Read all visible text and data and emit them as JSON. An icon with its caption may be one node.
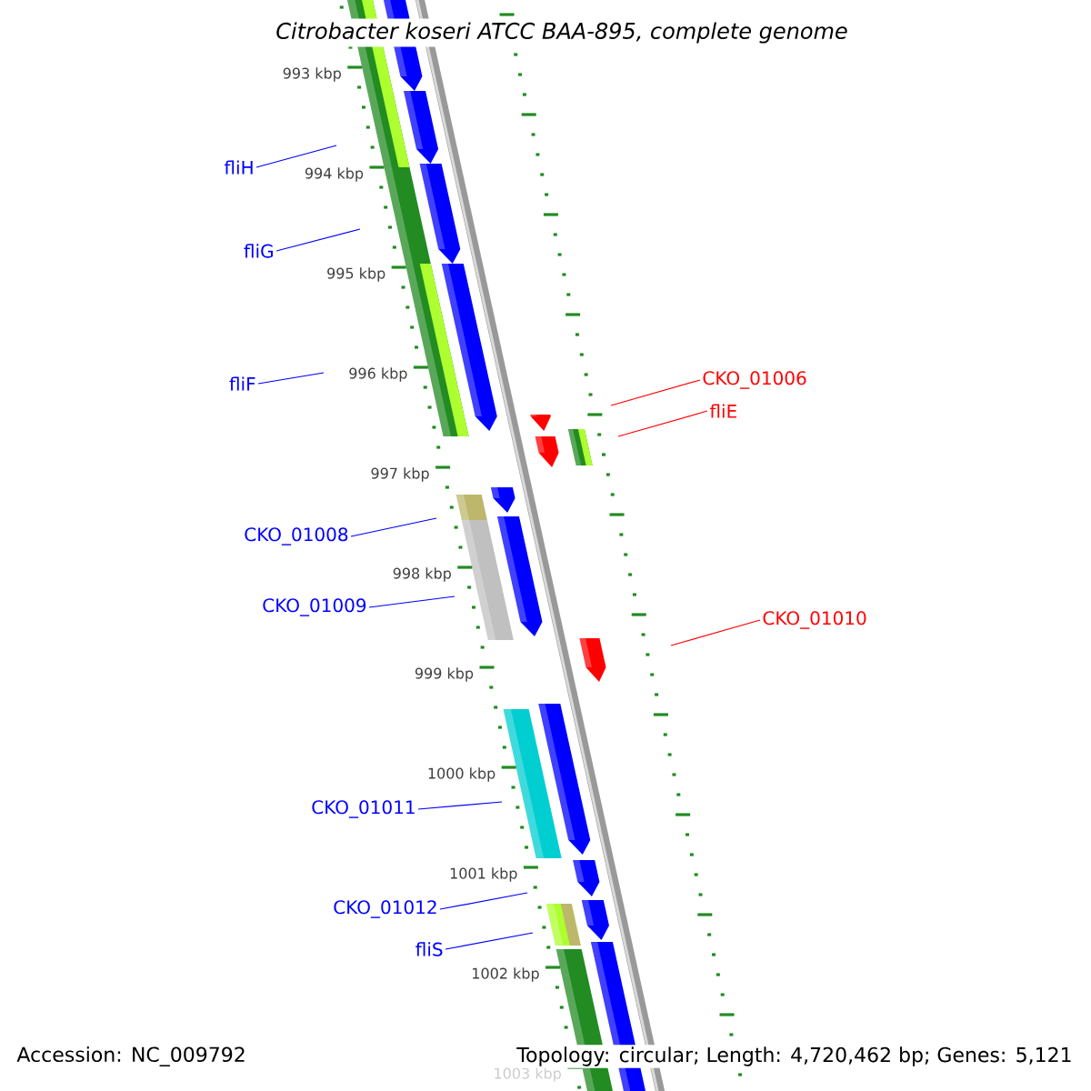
{
  "diagram": {
    "title": "Citrobacter koseri ATCC BAA-895, complete genome",
    "nodes": [
      {
        "text": [
          "fliH"
        ]
      },
      {
        "text": [
          "fliG"
        ]
      },
      {
        "text": [
          "fliF"
        ]
      },
      {
        "text": [
          "CKO_01006"
        ]
      },
      {
        "text": [
          "fliE"
        ]
      },
      {
        "text": [
          "CKO_01008"
        ]
      },
      {
        "text": [
          "CKO_01009"
        ]
      },
      {
        "text": [
          "CKO_01010"
        ]
      },
      {
        "text": [
          "CKO_01011"
        ]
      },
      {
        "text": [
          "CKO_01012"
        ]
      },
      {
        "text": [
          "fliS"
        ]
      }
    ],
    "edges": [
      {
        "from": 0,
        "to": null,
        "arrow": "none"
      },
      {
        "from": 1,
        "to": null,
        "arrow": "none"
      },
      {
        "from": 2,
        "to": null,
        "arrow": "none"
      },
      {
        "from": 3,
        "to": null,
        "arrow": "none",
        "color": "#ff0000"
      },
      {
        "from": 4,
        "to": null,
        "arrow": "none",
        "color": "#ff0000"
      },
      {
        "from": 5,
        "to": null,
        "arrow": "none"
      },
      {
        "from": 6,
        "to": null,
        "arrow": "none"
      },
      {
        "from": 7,
        "to": null,
        "arrow": "none",
        "color": "#ff0000"
      },
      {
        "from": 8,
        "to": null,
        "arrow": "none"
      },
      {
        "from": 9,
        "to": null,
        "arrow": "none"
      },
      {
        "from": 10,
        "to": null,
        "arrow": "none"
      }
    ],
    "labels": [
      "993 kbp",
      "994 kbp",
      "995 kbp",
      "996 kbp",
      "997 kbp",
      "998 kbp",
      "999 kbp",
      "1000 kbp",
      "1001 kbp",
      "1002 kbp",
      "1003 kbp",
      "Accession: NC_009792",
      "Topology: circular; Length: 4,720,462 bp; Genes: 5,121"
    ]
  }
}
